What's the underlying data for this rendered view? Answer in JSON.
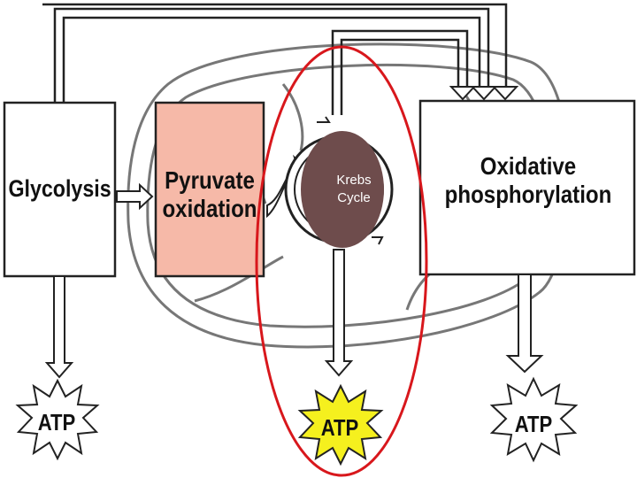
{
  "stages": {
    "glycolysis": "Glycolysis",
    "pyruvate_oxidation": [
      "Pyruvate",
      "oxidation"
    ],
    "oxidative_phosphorylation": [
      "Oxidative",
      "phosphorylation"
    ]
  },
  "krebs": [
    "Krebs",
    "Cycle"
  ],
  "atp": [
    "ATP",
    "ATP",
    "ATP"
  ],
  "colors": {
    "pyruvate_box": "#f6b9a8",
    "krebs_fill": "#6e4c4c",
    "highlight_oval": "#d8171c",
    "atp_highlight": "#f5f01e",
    "outline": "#222222"
  }
}
